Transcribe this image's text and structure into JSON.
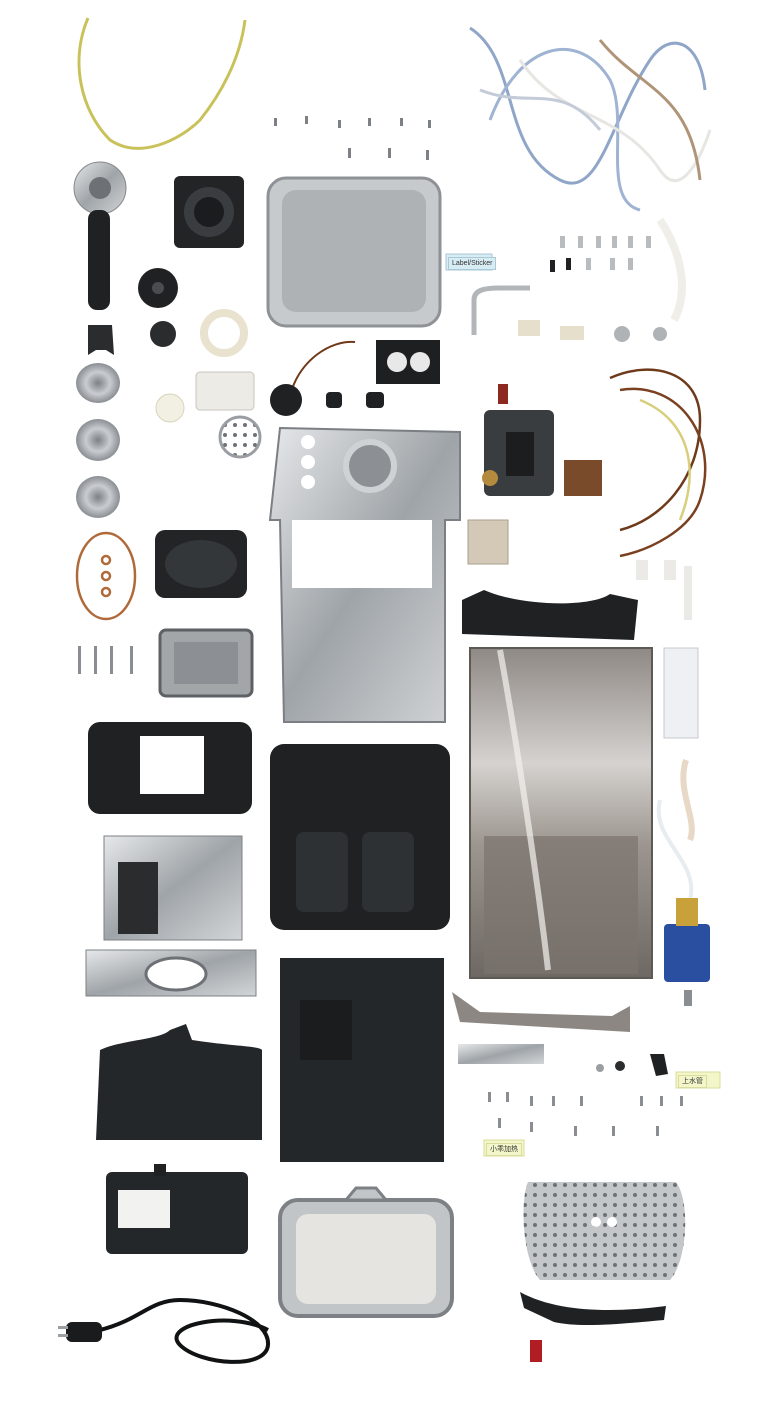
{
  "scene": {
    "background": "#ffffff",
    "description_colors": {
      "black_plastic": "#222426",
      "steel": "#b8bcbf",
      "copper": "#b06a3a",
      "blue_wire": "#8fa6c8",
      "yellow_green_wire": "#c9c25a"
    }
  },
  "labels": {
    "tag_top_right": "Label/Sticker",
    "tag_mid_right": "上水管",
    "tag_lower_mid": "小乖加热"
  }
}
